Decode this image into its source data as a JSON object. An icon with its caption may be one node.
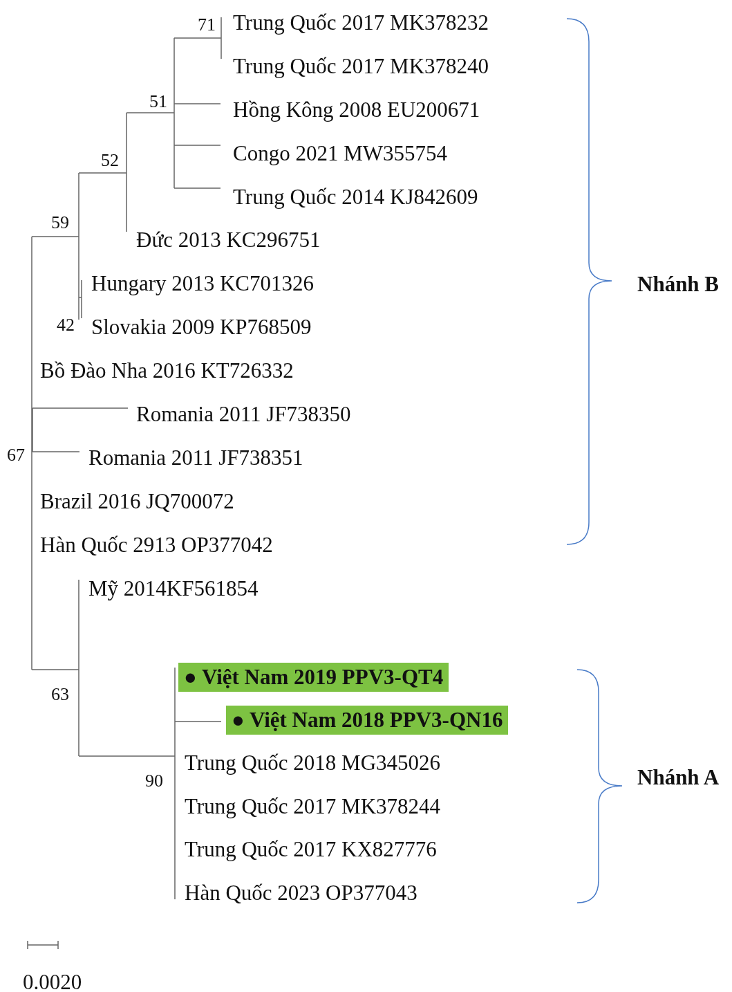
{
  "diagram": {
    "nodes": [
      {
        "text": [
          "● Việt Nam 2019 PPV3-QT4"
        ]
      },
      {
        "text": [
          "● Việt Nam 2018 PPV3-QN16"
        ]
      }
    ],
    "labels": [
      "71",
      "Trung Quốc 2017 MK378232",
      "Trung Quốc 2017 MK378240",
      "51",
      "Hồng Kông 2008 EU200671",
      "Congo 2021 MW355754",
      "52",
      "Trung Quốc 2014 KJ842609",
      "59",
      "Đức 2013 KC296751",
      "Hungary 2013 KC701326",
      "Nhánh B",
      "42",
      "Slovakia 2009 KP768509",
      "Bồ Đào Nha 2016 KT726332",
      "Romania 2011 JF738350",
      "67",
      "Romania 2011 JF738351",
      "Brazil 2016 JQ700072",
      "Hàn Quốc 2913 OP377042",
      "Mỹ 2014KF561854",
      "63",
      "Trung Quốc 2018 MG345026",
      "90",
      "Nhánh A",
      "Trung Quốc 2017 MK378244",
      "Trung Quốc 2017 KX827776",
      "Hàn Quốc 2023 OP377043",
      "0.0020"
    ]
  }
}
